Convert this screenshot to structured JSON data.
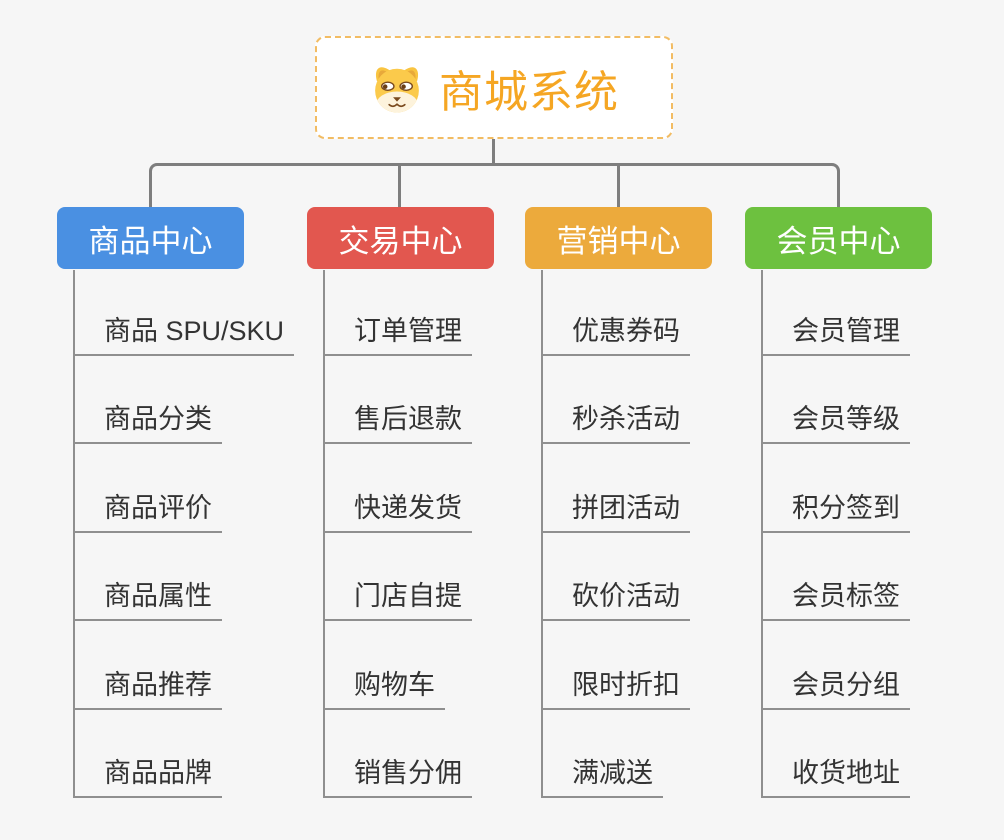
{
  "page": {
    "background": "#f6f6f6"
  },
  "connectors": {
    "color": "#7e7e7e",
    "underline_color": "#8f8f8f"
  },
  "root": {
    "title": "商城系统",
    "title_color": "#f5a623",
    "border_color": "#f2bc63",
    "icon": "dog-face-icon"
  },
  "branches": [
    {
      "label": "商品中心",
      "color": "#4a90e2",
      "children": [
        "商品 SPU/SKU",
        "商品分类",
        "商品评价",
        "商品属性",
        "商品推荐",
        "商品品牌"
      ]
    },
    {
      "label": "交易中心",
      "color": "#e2574f",
      "children": [
        "订单管理",
        "售后退款",
        "快递发货",
        "门店自提",
        "购物车",
        "销售分佣"
      ]
    },
    {
      "label": "营销中心",
      "color": "#ecaa3c",
      "children": [
        "优惠券码",
        "秒杀活动",
        "拼团活动",
        "砍价活动",
        "限时折扣",
        "满减送"
      ]
    },
    {
      "label": "会员中心",
      "color": "#6dc13f",
      "children": [
        "会员管理",
        "会员等级",
        "积分签到",
        "会员标签",
        "会员分组",
        "收货地址"
      ]
    }
  ]
}
